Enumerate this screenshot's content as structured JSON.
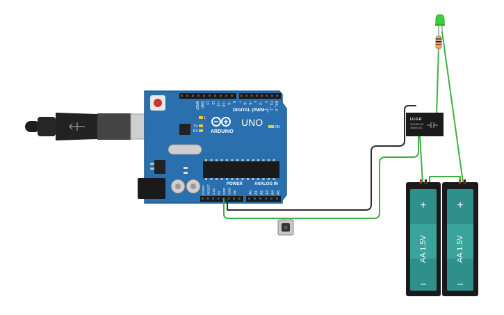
{
  "arduino": {
    "brand": "ARDUINO",
    "model": "UNO",
    "digital_label": "DIGITAL (PWM~)",
    "power_label": "POWER",
    "analog_label": "ANALOG IN",
    "on_label": "ON",
    "tx_label": "TX",
    "rx_label": "RX",
    "l_label": "L",
    "top_pins": [
      "AREF",
      "GND",
      "13",
      "12",
      "~11",
      "~10",
      "~9",
      "8",
      "7",
      "~6",
      "~5",
      "4",
      "~3",
      "2",
      "TX→1",
      "RX←0"
    ],
    "power_pins": [
      "IOREF",
      "RESET",
      "3.3V",
      "5V",
      "GND",
      "GND",
      "Vin"
    ],
    "analog_pins": [
      "A0",
      "A1",
      "A2",
      "A3",
      "A4",
      "A5"
    ]
  },
  "relay": {
    "model": "LU-5-R",
    "spec1": "3A/125V AC",
    "spec2": "3A/30V DC"
  },
  "batteries": [
    {
      "plus": "+",
      "minus": "−",
      "label": "AA 1.5V"
    },
    {
      "plus": "+",
      "minus": "−",
      "label": "AA 1.5V"
    }
  ],
  "colors": {
    "board": "#2a6fae",
    "wire_green": "#3cb043",
    "wire_black": "#2b2b2b",
    "battery": "#2f8f8a",
    "led": "#3ecf3e"
  }
}
